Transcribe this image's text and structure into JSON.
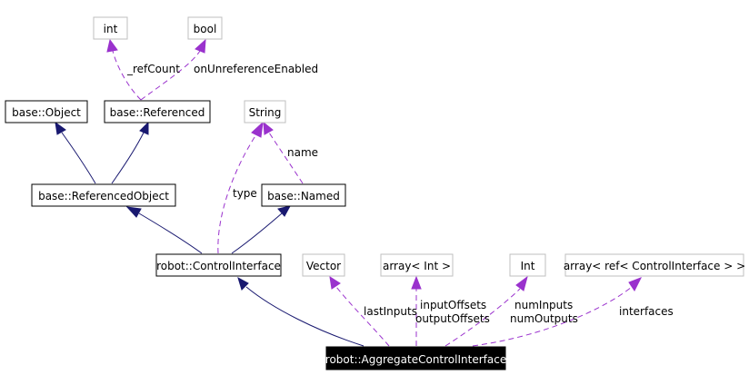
{
  "colors": {
    "inheritance": "#191970",
    "usage": "#9a32cd",
    "focus_fill": "#000000",
    "focus_text": "#ffffff",
    "documented_border": "#000000",
    "undocumented_border": "#bfbfbf"
  },
  "nodes": {
    "int": "int",
    "bool": "bool",
    "object": "base::Object",
    "referenced": "base::Referenced",
    "string": "String",
    "referenced_object": "base::ReferencedObject",
    "named": "base::Named",
    "control_interface": "robot::ControlInterface",
    "vector": "Vector",
    "array_int": "array< Int >",
    "int_type": "Int",
    "array_ref": "array< ref< ControlInterface > >",
    "aggregate": "robot::AggregateControlInterface"
  },
  "edge_labels": {
    "ref_count": "_refCount",
    "on_unreference": "onUnreferenceEnabled",
    "name": "name",
    "type": "type",
    "last_inputs": "lastInputs",
    "input_offsets": "inputOffsets",
    "output_offsets": "outputOffsets",
    "num_inputs": "numInputs",
    "num_outputs": "numOutputs",
    "interfaces": "interfaces"
  }
}
